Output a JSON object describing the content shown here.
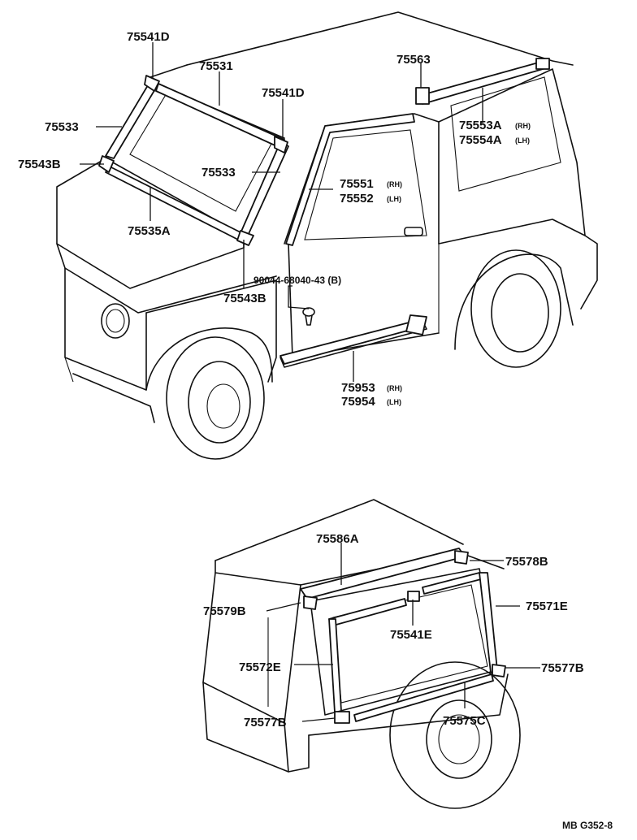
{
  "labels": {
    "l75541D_a": "75541D",
    "l75531": "75531",
    "l75541D_b": "75541D",
    "l75533_a": "75533",
    "l75543B_a": "75543B",
    "l75533_b": "75533",
    "l75535A": "75535A",
    "l75543B_b": "75543B",
    "l75563": "75563",
    "l75553A": "75553A",
    "l75553A_sub": "(RH)",
    "l75554A": "75554A",
    "l75554A_sub": "(LH)",
    "l75551": "75551",
    "l75551_sub": "(RH)",
    "l75552": "75552",
    "l75552_sub": "(LH)",
    "l90044": "90044-68040-43 (B)",
    "l75953": "75953",
    "l75953_sub": "(RH)",
    "l75954": "75954",
    "l75954_sub": "(LH)",
    "l75586A": "75586A",
    "l75578B": "75578B",
    "l75579B": "75579B",
    "l75571E": "75571E",
    "l75541E": "75541E",
    "l75572E": "75572E",
    "l75577B_a": "75577B",
    "l75577B_b": "75577B",
    "l75575C": "75575C"
  },
  "figure_code": "MB G352-8"
}
